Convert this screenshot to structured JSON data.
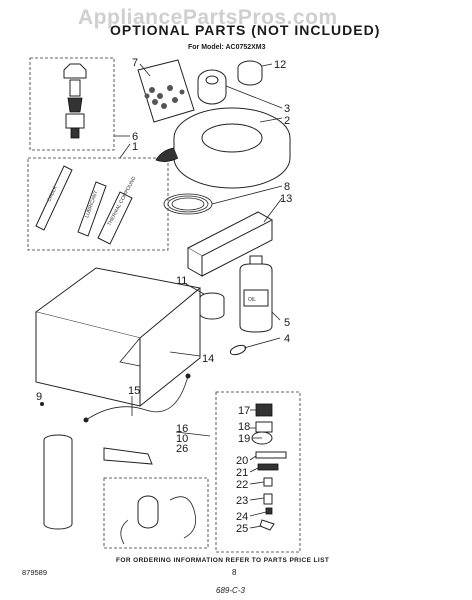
{
  "watermark": "AppliancePartsPros.com",
  "title": "OPTIONAL PARTS (NOT INCLUDED)",
  "model_line": "For Model: AC0752XM3",
  "callouts": [
    "7",
    "12",
    "3",
    "2",
    "6",
    "1",
    "8",
    "13",
    "11",
    "5",
    "4",
    "14",
    "15",
    "9",
    "16",
    "10",
    "26",
    "17",
    "18",
    "19",
    "20",
    "21",
    "22",
    "23",
    "24",
    "25"
  ],
  "part_labels": {
    "tube_a": "LUBRICANT",
    "tube_b": "THERMAL COMPOUND",
    "stick": "CAULK",
    "bottle": "OIL"
  },
  "footer": {
    "doc_number": "879589",
    "instruction": "FOR ORDERING INFORMATION REFER TO PARTS PRICE LIST",
    "page": "8",
    "code": "689-C-3"
  }
}
